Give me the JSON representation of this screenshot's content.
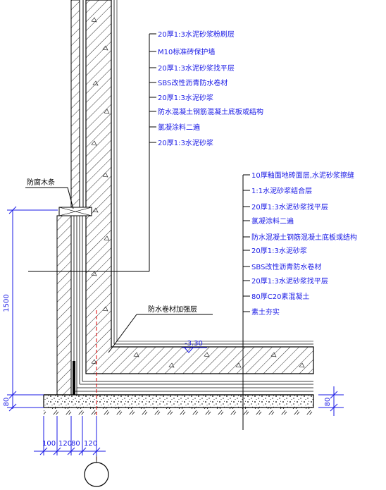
{
  "colors": {
    "line": "#000000",
    "text": "#1a1ae6",
    "axis": "#e00000",
    "background": "#ffffff"
  },
  "wall_layers": [
    "20厚1:3水泥砂浆粉刷层",
    "M10标准砖保护墙",
    "20厚1:3水泥砂浆找平层",
    "SBS改性沥青防水卷材",
    "20厚1:3水泥砂浆",
    "防水混凝土钢筋混凝土底板或结构",
    "氯凝涂料二遍",
    "20厚1:3水泥砂浆"
  ],
  "floor_layers": [
    "10厚釉面地砖面层,水泥砂浆擦缝",
    "1:1水泥砂浆结合层",
    "20厚1:3水泥砂浆找平层",
    "氯凝涂料二遍",
    "防水混凝土钢筋混凝土底板或结构",
    "20厚1:3水泥砂浆",
    "SBS改性沥青防水卷材",
    "20厚1:3水泥砂浆找平层",
    "80厚C20素混凝土",
    "素土夯实"
  ],
  "labels": {
    "anticorrosion_strip": "防腐木条",
    "reinforcement_layer": "防水卷材加强层",
    "elevation": "-3.30"
  },
  "dimensions": {
    "height_main": "1500",
    "height_base_left": "80",
    "height_base_right": "80",
    "bottom": [
      "100",
      "120",
      "80",
      "120"
    ]
  }
}
